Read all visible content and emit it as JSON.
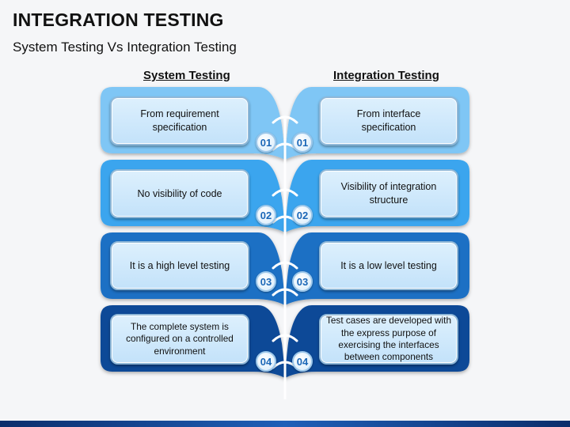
{
  "title": "INTEGRATION TESTING",
  "subtitle": "System Testing Vs Integration Testing",
  "left_heading": "System Testing",
  "right_heading": "Integration Testing",
  "rows": [
    {
      "number": "01",
      "left": "From requirement specification",
      "right": "From interface specification",
      "color": "#7fc6f5"
    },
    {
      "number": "02",
      "left": "No visibility of code",
      "right": "Visibility of integration structure",
      "color": "#3aa5ee"
    },
    {
      "number": "03",
      "left": "It is a high level testing",
      "right": "It is a low level testing",
      "color": "#1d6fc4"
    },
    {
      "number": "04",
      "left": "The complete system is configured on a controlled environment",
      "right": "Test cases are developed with the express purpose of exercising the interfaces between components",
      "color": "#0f4a97"
    }
  ]
}
